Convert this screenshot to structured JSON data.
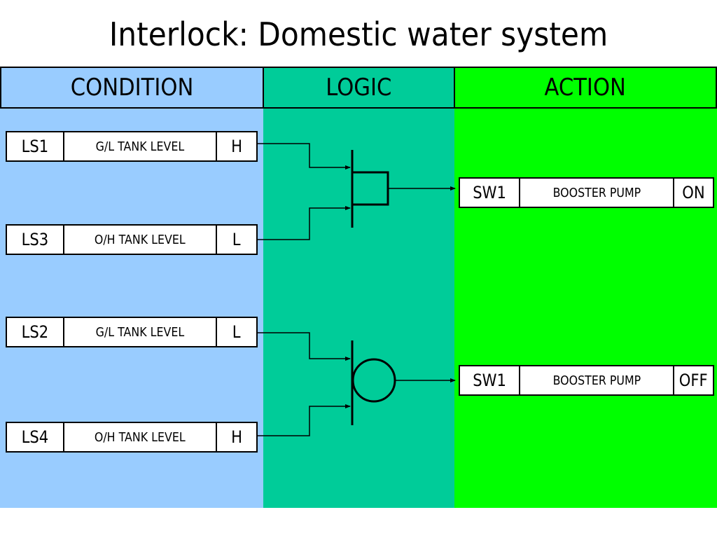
{
  "title": "Interlock: Domestic water system",
  "headers": {
    "condition": "CONDITION",
    "logic": "LOGIC",
    "action": "ACTION"
  },
  "conditions": [
    {
      "tag": "LS1",
      "desc": "G/L TANK LEVEL",
      "state": "H"
    },
    {
      "tag": "LS3",
      "desc": "O/H TANK LEVEL",
      "state": "L"
    },
    {
      "tag": "LS2",
      "desc": "G/L TANK LEVEL",
      "state": "L"
    },
    {
      "tag": "LS4",
      "desc": "O/H TANK LEVEL",
      "state": "H"
    }
  ],
  "actions": [
    {
      "tag": "SW1",
      "desc": "BOOSTER PUMP",
      "state": "ON"
    },
    {
      "tag": "SW1",
      "desc": "BOOSTER PUMP",
      "state": "OFF"
    }
  ],
  "logic_gates": [
    "and-gate",
    "or-gate"
  ],
  "colors": {
    "condition_bg": "#99ccff",
    "logic_bg": "#00cc99",
    "action_bg": "#00ff00"
  }
}
